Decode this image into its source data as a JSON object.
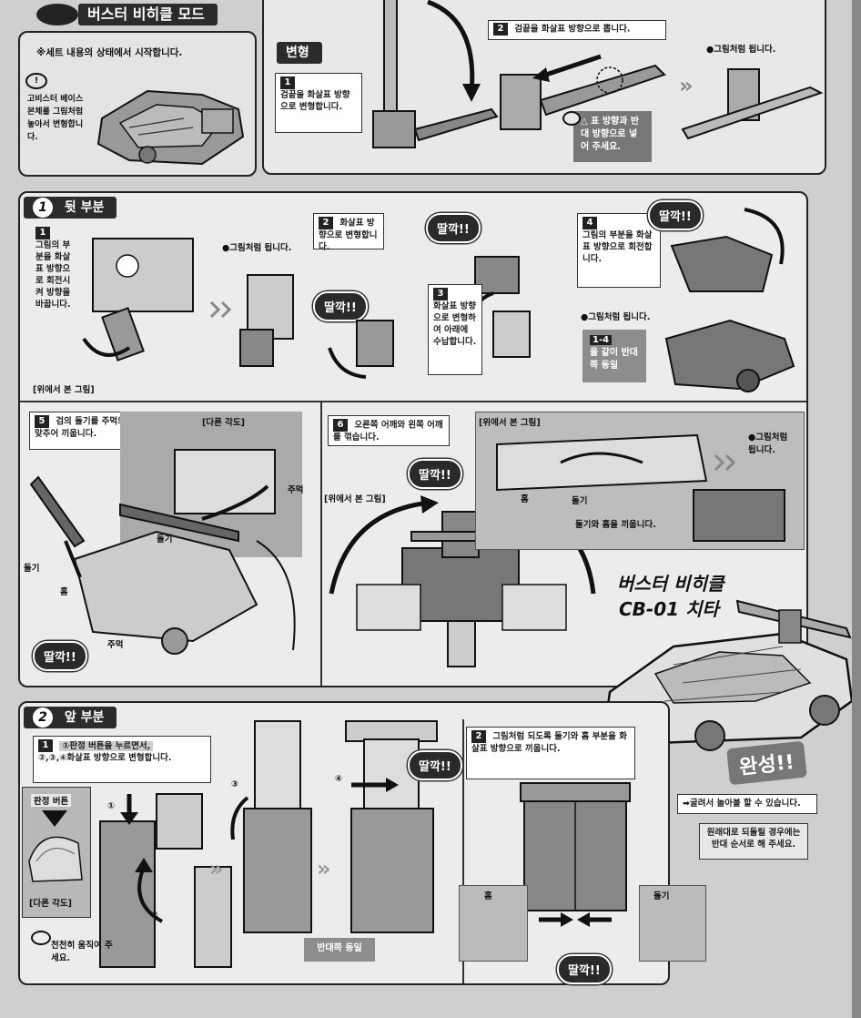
{
  "header": {
    "title": "버스터 비히클 모드"
  },
  "intro": {
    "note": "※세트 내용의 상태에서 시작합니다.",
    "caution": "고비스터 베이스 본체를 그림처럼 놓아서 변형합니다."
  },
  "transform": {
    "label": "변형",
    "step1": "검끝을 화살표 방향으로 변형합니다.",
    "step2": "검끝을 화살표 방향으로 뽑니다.",
    "result": "●그림처럼 됩니다.",
    "warning": "△ 표 방향과 반대 방향으로 넣어 주세요."
  },
  "section1": {
    "number": "1",
    "title": "뒷 부분",
    "s1": "그림의 부분을 화살표 방향으로 회전시켜 방향을 바꿉니다.",
    "result": "●그림처럼 됩니다.",
    "view_above": "[위에서 본 그림]",
    "s2": "화살표 방향으로 변형합니다.",
    "click": "딸깍!!",
    "s3": "화살표 방향으로 변형하여 아래에 수납합니다.",
    "s4": "그림의 부분을 화살표 방향으로 회전합니다.",
    "result2": "●그림처럼 됩니다.",
    "repeat_steps": "1-4",
    "repeat_text": "을 같이 반대쪽 동일",
    "s5": "검의 돌기를 주먹의 홈에 맞추어 끼웁니다.",
    "detail": "[다른 각도]",
    "fist": "주먹",
    "protrusion": "돌기",
    "groove": "홈",
    "s6": "오른쪽 어깨와 왼쪽 어깨를 꺾습니다.",
    "view_above2": "[위에서 본 그림]",
    "fit": "돌기와 홈을 끼웁니다."
  },
  "vehicle": {
    "name_line1": "버스터 비히클",
    "name_line2": "CB-01 치타"
  },
  "section2": {
    "number": "2",
    "title": "앞 부분",
    "s1a": "①판정 버튼을 누르면서,",
    "s1b": "②,③,④화살표 방향으로 변형합니다.",
    "button": "판정 버튼",
    "detail": "[다른 각도]",
    "caution": "천천히 움직여 주세요.",
    "opposite": "반대쪽 동일",
    "s2": "그림처럼 되도록 돌기와 홈 부분을 화살표 방향으로 끼웁니다.",
    "groove": "홈",
    "protrusion": "돌기",
    "click": "딸깍!!"
  },
  "completion": {
    "label": "완성!!",
    "note1": "➡굴려서 놀아볼 할 수 있습니다.",
    "note2": "원래대로 되돌릴 경우에는 반대 순서로 해 주세요."
  }
}
